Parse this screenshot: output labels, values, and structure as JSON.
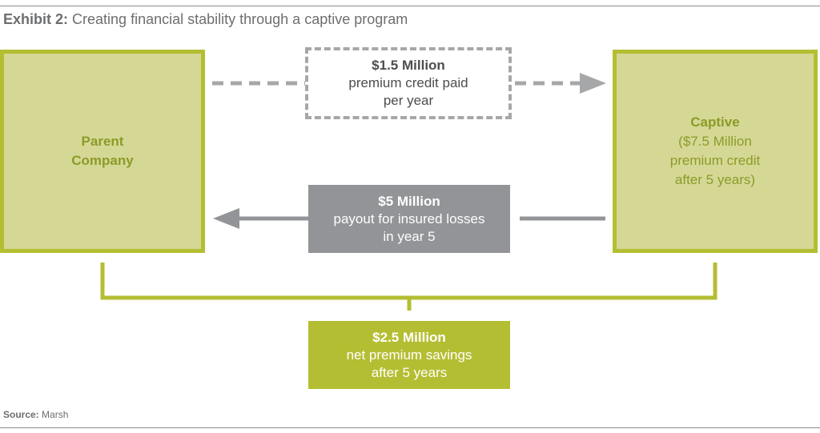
{
  "exhibit": {
    "label": "Exhibit 2:",
    "title": "Creating financial stability through a captive program"
  },
  "parent": {
    "line1": "Parent",
    "line2": "Company"
  },
  "captive": {
    "name": "Captive",
    "line1": "($7.5 Million",
    "line2": "premium credit",
    "line3": "after 5 years)"
  },
  "premium_flow": {
    "amount": "$1.5 Million",
    "line1": "premium credit paid",
    "line2": "per year"
  },
  "payout_flow": {
    "amount": "$5 Million",
    "line1": "payout for insured losses",
    "line2": "in year 5"
  },
  "savings": {
    "amount": "$2.5 Million",
    "line1": "net premium savings",
    "line2": "after 5 years"
  },
  "source": {
    "label": "Source:",
    "value": "Marsh"
  },
  "colors": {
    "green": "#b4be32",
    "light_green": "#d5d895",
    "gray": "#929497",
    "dashed_gray": "#a6a7a9",
    "text_gray": "#6d6e70"
  }
}
